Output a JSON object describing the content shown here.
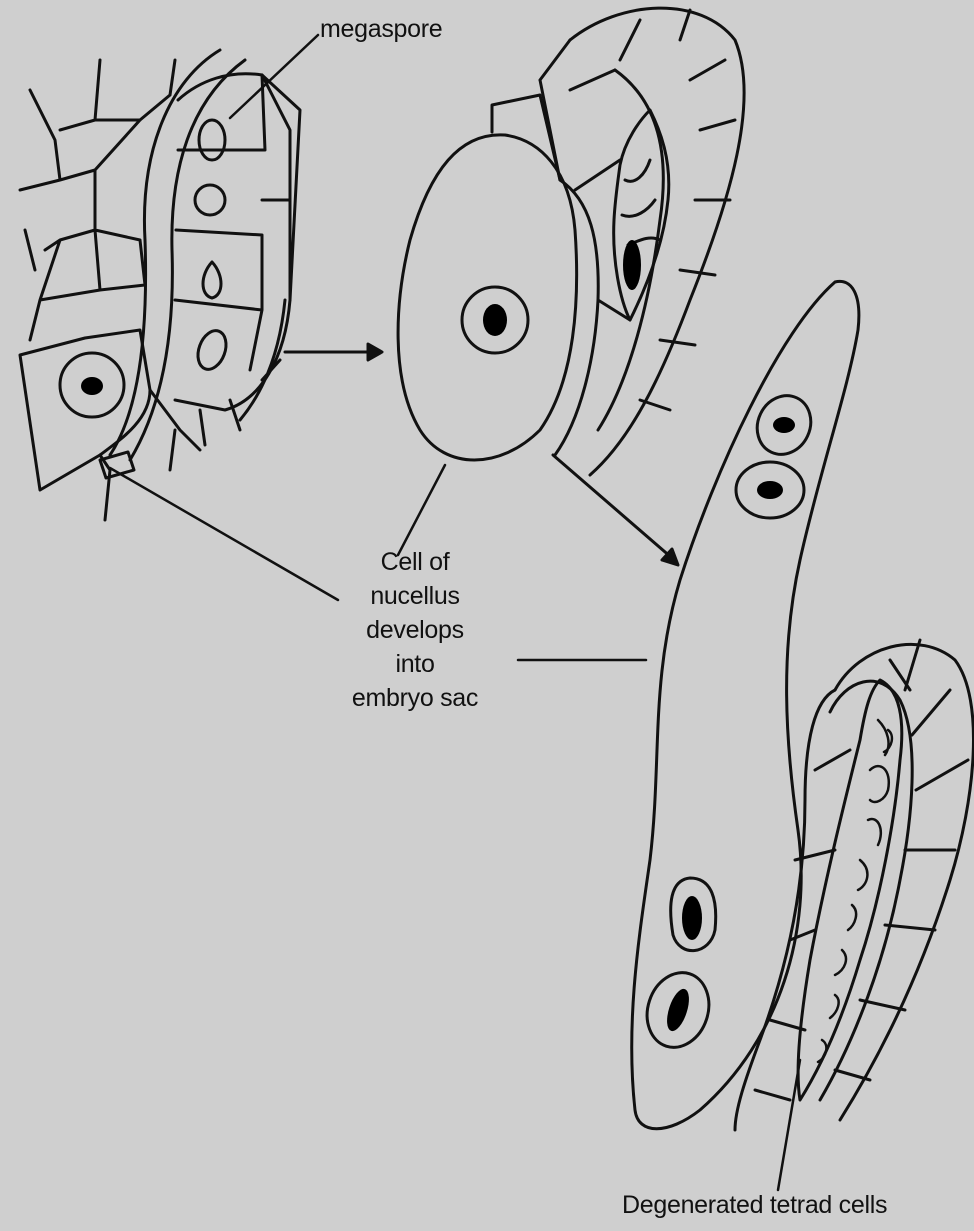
{
  "labels": {
    "megaspore": "megaspore",
    "embryo_sac": [
      "Cell of",
      "nucellus",
      "develops",
      "into",
      "embryo sac"
    ],
    "degenerated": "Degenerated tetrad cells"
  },
  "colors": {
    "background": "#cfcfcf",
    "line": "#111111",
    "nucleus": "#000000"
  }
}
